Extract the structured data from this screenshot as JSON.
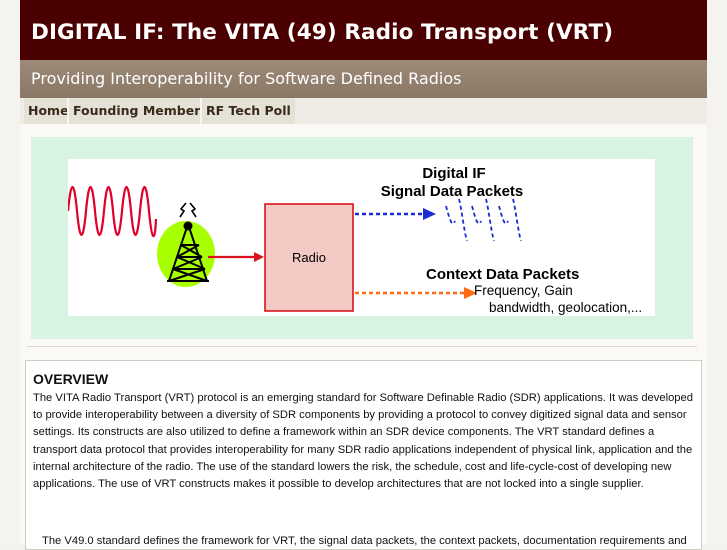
{
  "header": {
    "title": "DIGITAL IF: The VITA (49) Radio Transport (VRT)",
    "subtitle": "Providing Interoperability for Software Defined Radios"
  },
  "nav": {
    "items": [
      {
        "label": "Home"
      },
      {
        "label": "Founding Members"
      },
      {
        "label": "RF Tech Poll"
      }
    ]
  },
  "banner": {
    "radio_label": "Radio",
    "signal_title_line1": "Digital IF",
    "signal_title_line2": "Signal Data Packets",
    "context_title": "Context Data Packets",
    "context_line1": "Frequency, Gain",
    "context_line2": "bandwidth, geolocation,...",
    "colors": {
      "wave": "#e0002a",
      "radio_box": "#f5c9c4",
      "radio_border": "#d8141d",
      "signal_arrow": "#1a2bd6",
      "context_arrow": "#ff6a10",
      "glow": "#a8ff00",
      "tower": "#000000"
    }
  },
  "overview": {
    "heading": "OVERVIEW",
    "paragraph1": "The VITA Radio Transport (VRT) protocol is an emerging standard for Software Definable Radio (SDR) applications. It was developed to provide interoperability between a diversity of SDR components by providing a protocol to convey digitized signal data and sensor settings. Its constructs are also utilized to define a framework within an SDR device components. The VRT standard defines a transport data protocol that provides interoperability for many SDR radio applications independent of physical link, application and the internal architecture of the radio. The use of the standard lowers the risk, the schedule, cost and life-cycle-cost of developing new applications. The use of VRT constructs makes it possible to develop architectures that are not locked into a single supplier.",
    "paragraph2": "The V49.0 standard defines the framework for VRT, the signal data packets, the context packets, documentation requirements and"
  }
}
